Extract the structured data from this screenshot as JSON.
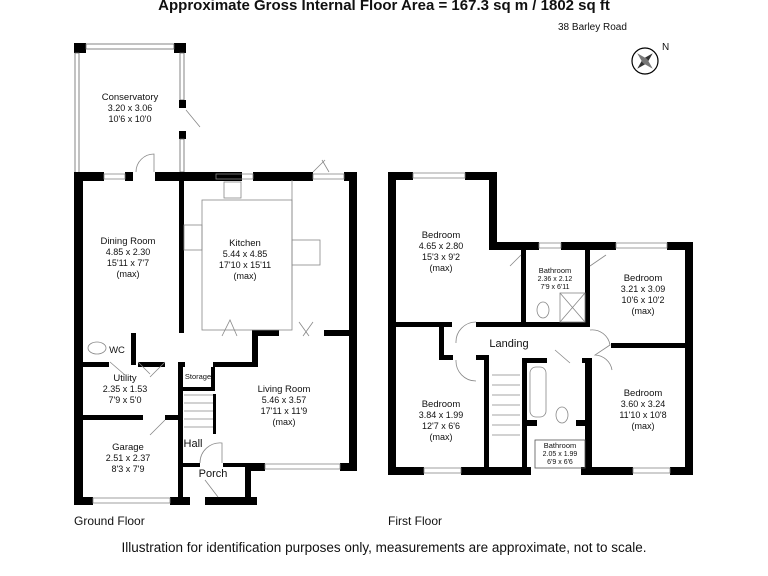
{
  "title": "Approximate Gross Internal Floor Area = 167.3 sq m / 1802 sq ft",
  "address": "38 Barley Road",
  "compass": {
    "label": "N"
  },
  "ground_floor": {
    "label": "Ground Floor",
    "rooms": [
      {
        "name": "Conservatory",
        "metric": "3.20 x 3.06",
        "imperial": "10'6 x 10'0"
      },
      {
        "name": "Dining Room",
        "metric": "4.85 x 2.30",
        "imperial": "15'11 x 7'7",
        "note": "(max)"
      },
      {
        "name": "Kitchen",
        "metric": "5.44 x 4.85",
        "imperial": "17'10 x 15'11",
        "note": "(max)"
      },
      {
        "name": "WC"
      },
      {
        "name": "Utility",
        "metric": "2.35 x 1.53",
        "imperial": "7'9 x 5'0"
      },
      {
        "name": "Storage"
      },
      {
        "name": "Living Room",
        "metric": "5.46 x 3.57",
        "imperial": "17'11 x 11'9",
        "note": "(max)"
      },
      {
        "name": "Garage",
        "metric": "2.51 x 2.37",
        "imperial": "8'3 x 7'9"
      },
      {
        "name": "Hall"
      },
      {
        "name": "Porch"
      }
    ]
  },
  "first_floor": {
    "label": "First Floor",
    "rooms": [
      {
        "name": "Bedroom",
        "metric": "4.65 x 2.80",
        "imperial": "15'3 x 9'2",
        "note": "(max)"
      },
      {
        "name": "Bathroom",
        "metric": "2.36 x 2.12",
        "imperial": "7'9 x 6'11"
      },
      {
        "name": "Bedroom",
        "metric": "3.21 x 3.09",
        "imperial": "10'6 x 10'2",
        "note": "(max)"
      },
      {
        "name": "Landing"
      },
      {
        "name": "Bedroom",
        "metric": "3.84 x 1.99",
        "imperial": "12'7 x 6'6",
        "note": "(max)"
      },
      {
        "name": "Bedroom",
        "metric": "3.60 x 3.24",
        "imperial": "11'10 x 10'8",
        "note": "(max)"
      },
      {
        "name": "Bathroom",
        "metric": "2.05 x 1.99",
        "imperial": "6'9 x 6'6"
      }
    ]
  },
  "disclaimer": "Illustration for identification purposes only, measurements are approximate, not to scale."
}
